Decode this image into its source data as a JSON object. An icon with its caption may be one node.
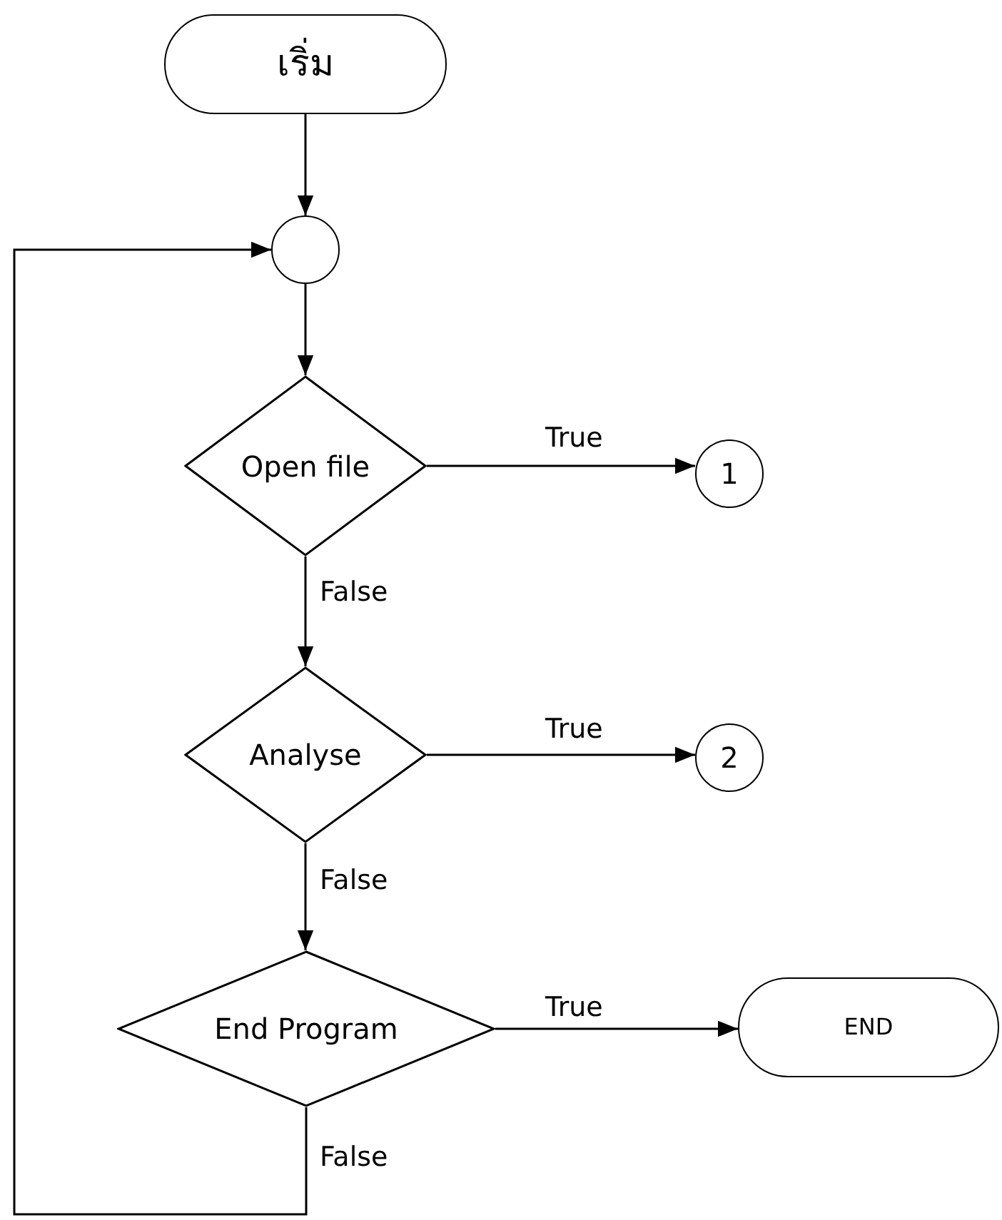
{
  "diagram": {
    "nodes": [
      {
        "text": [
          "เริ่ม"
        ]
      },
      {
        "text": [],
        "shape": "circle"
      },
      {
        "text": [
          "Open file"
        ]
      },
      {
        "text": [
          "1"
        ]
      },
      {
        "text": [
          "Analyse"
        ]
      },
      {
        "text": [
          "2"
        ]
      },
      {
        "text": [
          "End Program"
        ]
      },
      {
        "text": [
          "END"
        ]
      }
    ],
    "edges": [
      {
        "from": 0,
        "to": 1,
        "arrow": "to"
      },
      {
        "from": 1,
        "to": 2,
        "arrow": "to"
      },
      {
        "from": 2,
        "to": 3,
        "label": "True",
        "arrow": "to"
      },
      {
        "from": 2,
        "to": 4,
        "label": "False",
        "arrow": "to"
      },
      {
        "from": 4,
        "to": 5,
        "label": "True",
        "arrow": "to"
      },
      {
        "from": 4,
        "to": 6,
        "label": "False",
        "arrow": "to"
      },
      {
        "from": 6,
        "to": 7,
        "label": "True",
        "arrow": "to"
      },
      {
        "from": 6,
        "to": 1,
        "label": "False",
        "arrow": "to"
      }
    ]
  }
}
